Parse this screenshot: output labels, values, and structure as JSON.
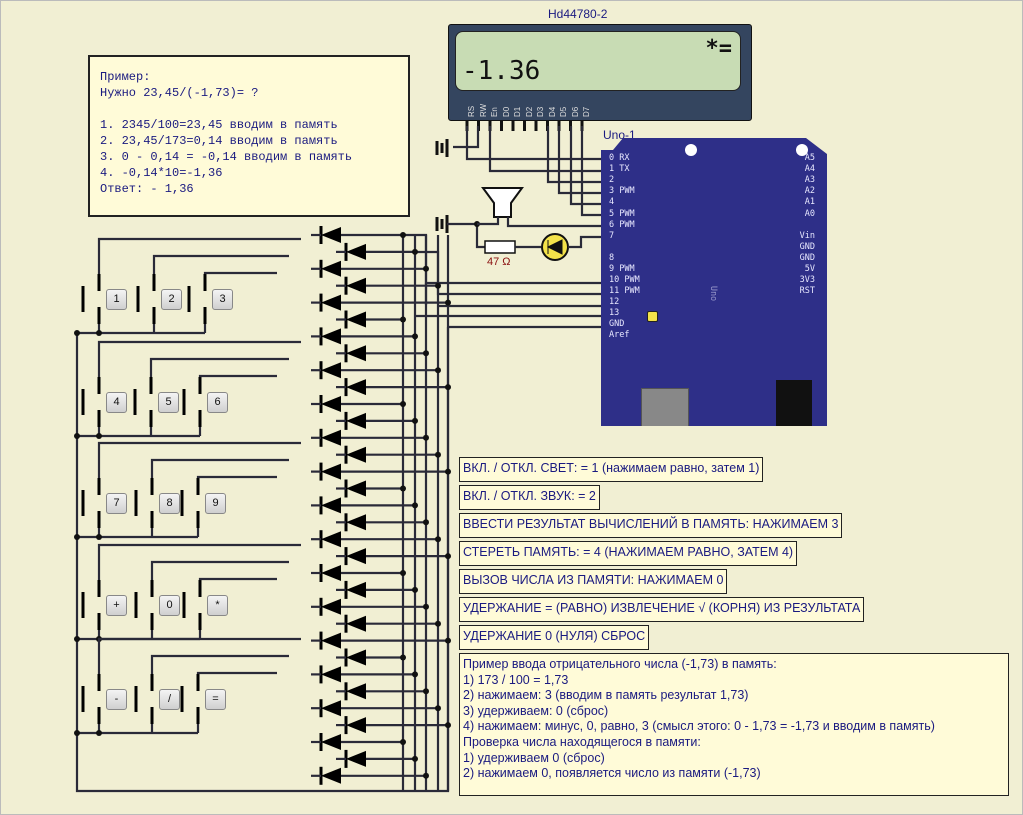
{
  "lcd": {
    "title": "Hd44780-2",
    "line1": "*=",
    "line2": "-1.36",
    "pins": [
      "RS",
      "RW",
      "En",
      "D0",
      "D1",
      "D2",
      "D3",
      "D4",
      "D5",
      "D6",
      "D7"
    ]
  },
  "board": {
    "title": "Uno-1",
    "chip_label": "Uno",
    "left_pins": [
      "0 RX",
      "1 TX",
      "2",
      "3 PWM",
      "4",
      "5 PWM",
      "6 PWM",
      "7",
      "8",
      "9 PWM",
      "10 PWM",
      "11 PWM",
      "12",
      "13",
      "GND",
      "Aref"
    ],
    "right_pins": [
      "A5",
      "A4",
      "A3",
      "A2",
      "A1",
      "A0",
      "Vin",
      "GND",
      "GND",
      "5V",
      "3V3",
      "RST"
    ]
  },
  "resistor": {
    "label": "47 Ω"
  },
  "example": {
    "lines": [
      "Пример:",
      "Нужно 23,45/(-1,73)= ?",
      "",
      "1. 2345/100=23,45 вводим в память",
      "2. 23,45/173=0,14 вводим в память",
      "3. 0 - 0,14 = -0,14 вводим в память",
      "4. -0,14*10=-1,36",
      "Ответ: - 1,36"
    ]
  },
  "keys": [
    "1",
    "2",
    "3",
    "4",
    "5",
    "6",
    "7",
    "8",
    "9",
    "+",
    "0",
    "*",
    "-",
    "/",
    "="
  ],
  "info": [
    "ВКЛ. / ОТКЛ. СВЕТ: = 1 (нажимаем равно, затем 1)",
    "ВКЛ. / ОТКЛ. ЗВУК: = 2",
    "ВВЕСТИ РЕЗУЛЬТАТ ВЫЧИСЛЕНИЙ В ПАМЯТЬ: НАЖИМАЕМ 3",
    "СТЕРЕТЬ ПАМЯТЬ: = 4 (НАЖИМАЕМ РАВНО, ЗАТЕМ 4)",
    "ВЫЗОВ ЧИСЛА ИЗ ПАМЯТИ: НАЖИМАЕМ 0",
    "УДЕРЖАНИЕ = (РАВНО) ИЗВЛЕЧЕНИЕ √ (КОРНЯ) ИЗ РЕЗУЛЬТАТА",
    "УДЕРЖАНИЕ 0 (НУЛЯ) СБРОС"
  ],
  "negative_example": [
    "Пример ввода отрицательного числа (-1,73) в память:",
    "1) 173 / 100 = 1,73",
    "2) нажимаем: 3  (вводим в память результат 1,73)",
    "3) удерживаем: 0 (сброс)",
    "4) нажимаем: минус, 0, равно, 3 (смысл этого: 0 - 1,73 = -1,73 и вводим в память)",
    "Проверка числа находящегося в памяти:",
    "1) удерживаем 0 (сброс)",
    "2) нажимаем 0, появляется число из памяти (-1,73)"
  ]
}
